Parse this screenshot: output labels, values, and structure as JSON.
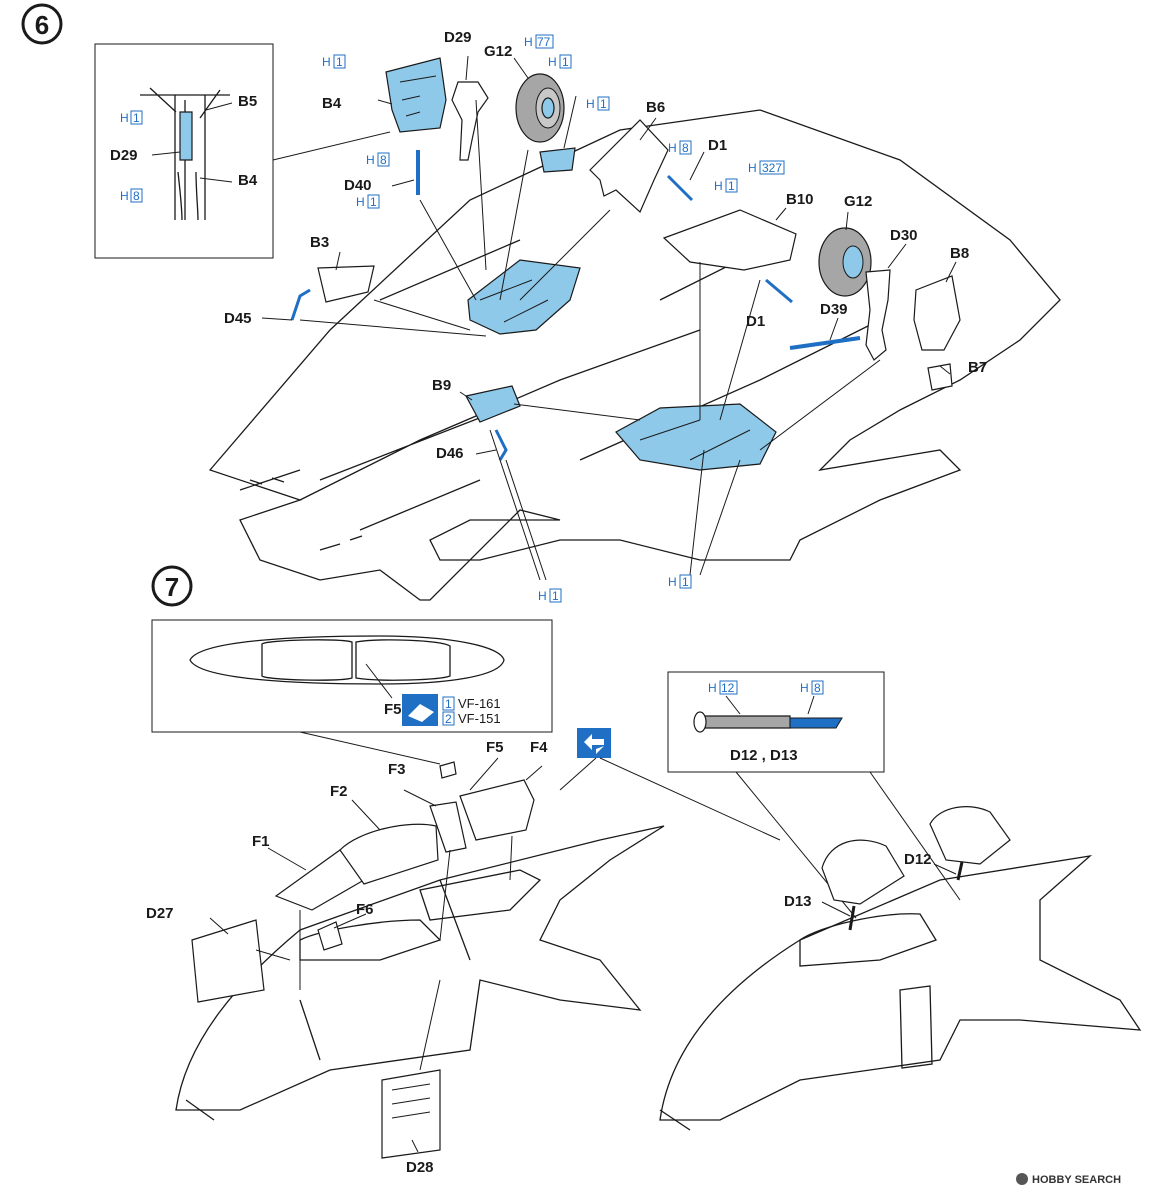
{
  "steps": [
    {
      "number": "6"
    },
    {
      "number": "7"
    }
  ],
  "step6_labels": {
    "d29": "D29",
    "g12_top": "G12",
    "b5_top": "B5",
    "b4": "B4",
    "b6": "B6",
    "d1_top": "D1",
    "d40": "D40",
    "b10": "B10",
    "g12_right": "G12",
    "d30": "D30",
    "b3": "B3",
    "b8": "B8",
    "d45": "D45",
    "d39": "D39",
    "d1_mid": "D1",
    "b7": "B7",
    "b9": "B9",
    "d46": "D46"
  },
  "inset6_labels": {
    "b5": "B5",
    "d29": "D29",
    "b4": "B4"
  },
  "paint_refs": {
    "h1": "H",
    "h1_num": "1",
    "h77": "H",
    "h77_num": "77",
    "h8": "H",
    "h8_num": "8",
    "h327": "H",
    "h327_num": "327",
    "h12": "H",
    "h12_num": "12"
  },
  "step7_labels": {
    "f5_inset": "F5",
    "f5": "F5",
    "f4": "F4",
    "f3": "F3",
    "f2": "F2",
    "f1": "F1",
    "f6": "F6",
    "d27": "D27",
    "d28": "D28",
    "d12": "D12",
    "d13": "D13",
    "d12_d13": "D12 , D13"
  },
  "decal_options": [
    {
      "num": "1",
      "text": "VF-161"
    },
    {
      "num": "2",
      "text": "VF-151"
    }
  ],
  "watermark": "HOBBY SEARCH",
  "colors": {
    "blue_part": "#8ec9ea",
    "grey_part": "#a6a6a6",
    "ref_blue": "#1f6fc4",
    "line": "#1a1a1a"
  },
  "icons": [
    "step-number-icon",
    "decal-sheet-icon",
    "symmetry-arrows-icon",
    "hobby-search-logo"
  ]
}
